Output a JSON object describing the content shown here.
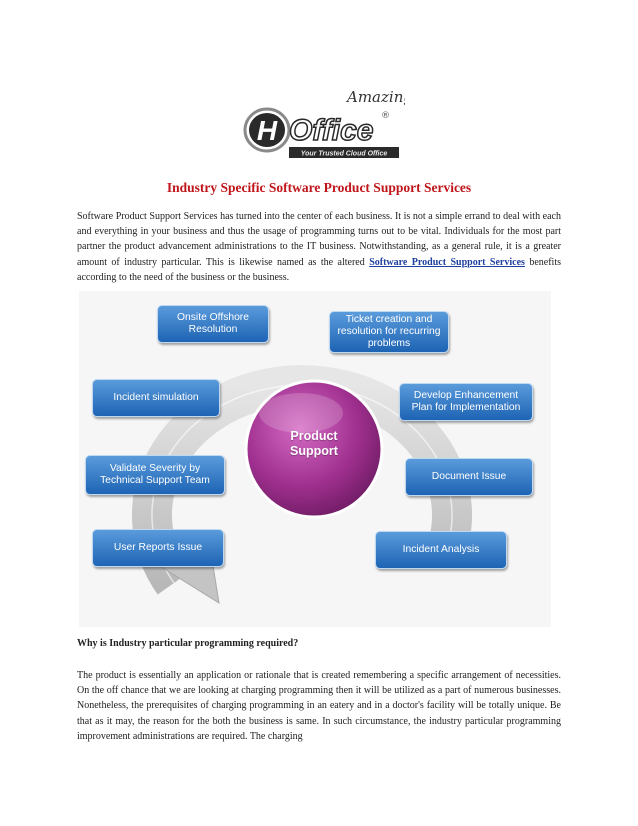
{
  "logo": {
    "script": "Amazing",
    "initial": "H",
    "brand": "Office",
    "registered": "®",
    "tagline": "Your Trusted Cloud Office"
  },
  "article": {
    "title": "Industry Specific Software Product Support Services",
    "intro_text": "Software Product Support Services has turned into the center of each business. It is not a simple errand to deal with each and everything in your business and thus the usage of programming turns out to be vital. Individuals for the most part partner the product advancement administrations to the IT business. Notwithstanding, as a general rule, it is a greater amount of industry particular. This is likewise named as the altered ",
    "intro_link": "Software Product Support Services",
    "intro_tail": " benefits according to the need of the business or the business.",
    "section_heading": "Why is Industry particular programming required?",
    "section_text": "The product is essentially an application or rationale that is created remembering a specific arrangement of necessities. On the off chance that we are looking at charging programming then it will be utilized as a part of numerous businesses. Nonetheless, the prerequisites of charging programming in an eatery and in a doctor's facility will be totally unique. Be that as it may, the reason for the both the business is same. In such circumstance, the industry particular programming improvement administrations are required. The charging"
  },
  "diagram": {
    "center": "Product Support",
    "steps": [
      "Onsite Offshore Resolution",
      "Ticket creation and resolution for recurring problems",
      "Incident simulation",
      "Develop Enhancement Plan for Implementation",
      "Validate Severity  by Technical Support Team",
      "Document Issue",
      "User Reports Issue",
      "Incident Analysis"
    ]
  },
  "colors": {
    "title": "#c0161b",
    "link": "#1f3f9f",
    "box": "#2e75c4",
    "center": "#a0308f"
  }
}
